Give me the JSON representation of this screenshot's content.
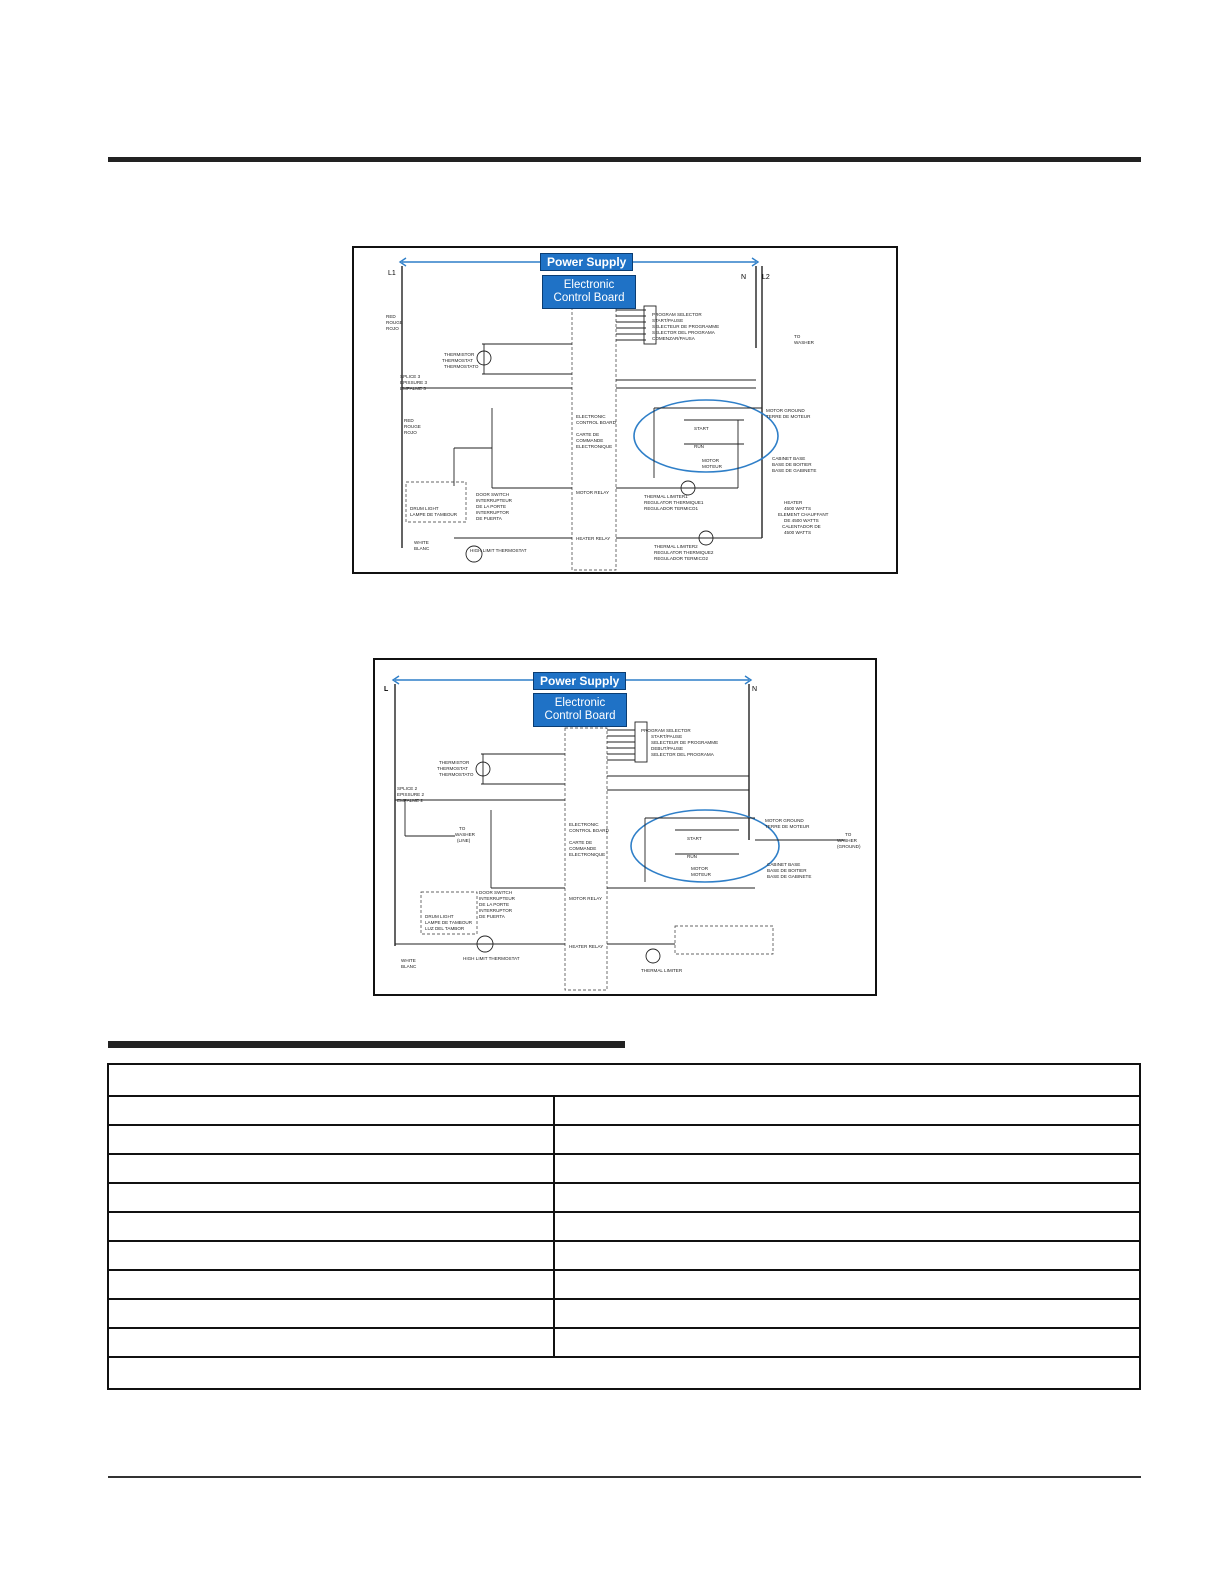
{
  "diagram_1": {
    "power_supply_label": "Power Supply",
    "control_board_label": "Electronic Control Board",
    "line_label_left": "L1",
    "line_label_neutral": "N",
    "line_label_right": "L2"
  },
  "diagram_2": {
    "power_supply_label": "Power Supply",
    "control_board_label": "Electronic Control Board",
    "line_label_left": "L",
    "line_label_neutral": "N"
  },
  "spec_table": {
    "rows": [
      {
        "label": "",
        "value": ""
      },
      {
        "label": "",
        "value": ""
      },
      {
        "label": "",
        "value": ""
      },
      {
        "label": "",
        "value": ""
      },
      {
        "label": "",
        "value": ""
      },
      {
        "label": "",
        "value": ""
      },
      {
        "label": "",
        "value": ""
      },
      {
        "label": "",
        "value": ""
      },
      {
        "label": "",
        "value": ""
      }
    ]
  },
  "colors": {
    "accent_blue": "#1f72c6",
    "oval_blue": "#2f7fc8",
    "rule": "#222222"
  }
}
